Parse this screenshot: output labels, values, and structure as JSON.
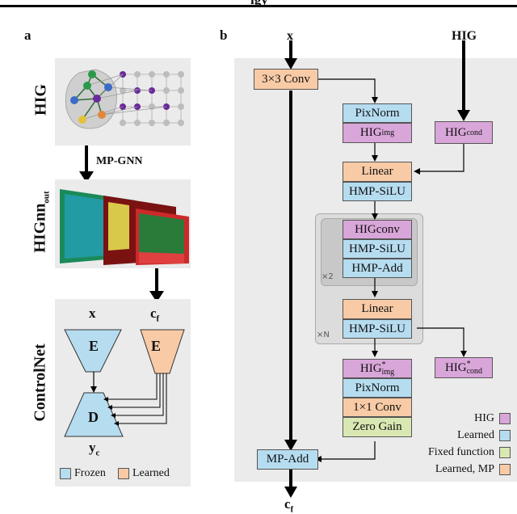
{
  "top_title_fragment": "igy",
  "panel_a": {
    "letter": "a",
    "hig_label": "HIG",
    "arrow_label": "MP-GNN",
    "higgnn_label": "HIGnn",
    "higgnn_sub": "out",
    "controlnet_label": "ControlNet",
    "x_label": "x",
    "cf_label": "c",
    "cf_sub": "f",
    "encoder_left": "E",
    "encoder_right": "E",
    "decoder": "D",
    "y_label": "y",
    "y_sub": "c",
    "legend": [
      {
        "label": "Frozen",
        "color": "#b6dcf0"
      },
      {
        "label": "Learned",
        "color": "#f8cba6"
      }
    ]
  },
  "panel_b": {
    "letter": "b",
    "x_label": "x",
    "hig_label": "HIG",
    "conv3": "3×3 Conv",
    "pixnorm": "PixNorm",
    "hig_img": "HIG",
    "hig_img_sub": "img",
    "hig_cond": "HIG",
    "hig_cond_sub": "cond",
    "linear": "Linear",
    "hmp_silu": "HMP-SiLU",
    "higconv": "HIGconv",
    "hmp_silu_inner": "HMP-SiLU",
    "hmp_add": "HMP-Add",
    "x2": "×2",
    "xN": "×N",
    "linear2": "Linear",
    "hmp_silu2": "HMP-SiLU",
    "hig_img2": "HIG",
    "hig_img2_sub": "img",
    "hig_img2_sup": "*",
    "hig_cond2": "HIG",
    "hig_cond2_sub": "cond",
    "hig_cond2_sup": "*",
    "pixnorm2": "PixNorm",
    "conv1": "1×1 Conv",
    "zero_gain": "Zero Gain",
    "mp_add": "MP-Add",
    "cf_label": "c",
    "cf_sub": "f",
    "legend": [
      {
        "label": "HIG",
        "color": "#d9a6d9"
      },
      {
        "label": "Learned",
        "color": "#b6dcf0"
      },
      {
        "label": "Fixed function",
        "color": "#d9e8b2"
      },
      {
        "label": "Learned, MP",
        "color": "#f8cba6"
      }
    ]
  }
}
